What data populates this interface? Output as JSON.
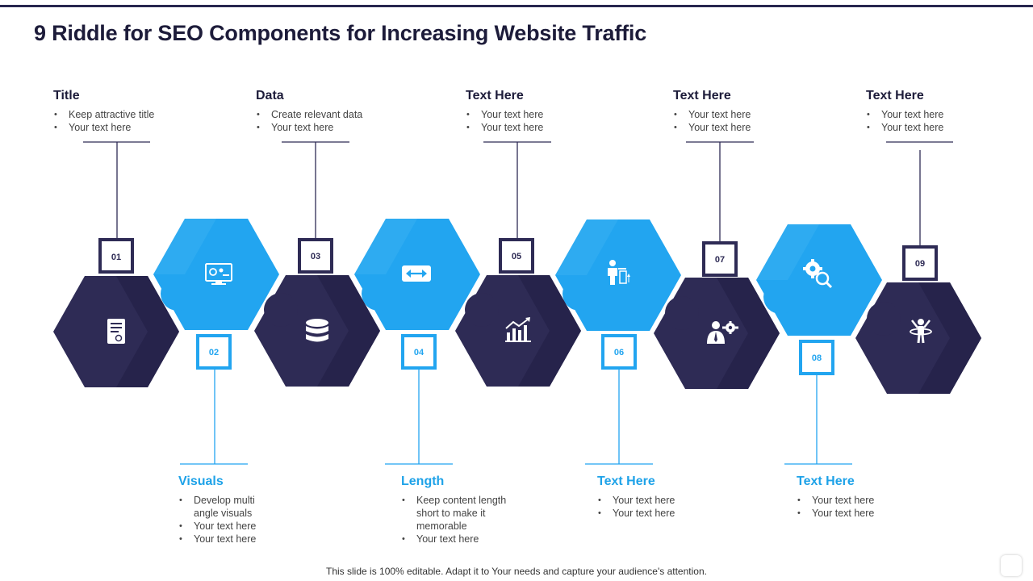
{
  "slide_title": "9 Riddle for SEO Components for Increasing Website Traffic",
  "steps": [
    {
      "num": "01",
      "icon": "certificate-icon",
      "heading": "Title",
      "bullets": [
        "Keep attractive title",
        "Your text here"
      ]
    },
    {
      "num": "02",
      "icon": "monitor-settings-icon",
      "heading": "Visuals",
      "bullets": [
        "Develop multi angle visuals",
        "Your text here",
        "Your text here"
      ]
    },
    {
      "num": "03",
      "icon": "database-icon",
      "heading": "Data",
      "bullets": [
        "Create relevant data",
        "Your text here"
      ]
    },
    {
      "num": "04",
      "icon": "double-arrow-icon",
      "heading": "Length",
      "bullets": [
        "Keep content length short to make it memorable",
        "Your text here"
      ]
    },
    {
      "num": "05",
      "icon": "growth-chart-icon",
      "heading": "Text Here",
      "bullets": [
        "Your text here",
        "Your text here"
      ]
    },
    {
      "num": "06",
      "icon": "presenter-board-icon",
      "heading": "Text Here",
      "bullets": [
        "Your text here",
        "Your text here"
      ]
    },
    {
      "num": "07",
      "icon": "businessman-gear-icon",
      "heading": "Text Here",
      "bullets": [
        "Your text here",
        "Your text here"
      ]
    },
    {
      "num": "08",
      "icon": "gear-magnifier-icon",
      "heading": "Text Here",
      "bullets": [
        "Your text here",
        "Your text here"
      ]
    },
    {
      "num": "09",
      "icon": "person-hoop-icon",
      "heading": "Text Here",
      "bullets": [
        "Your text here",
        "Your text here"
      ]
    }
  ],
  "colors": {
    "dark": "#2e2b55",
    "blue": "#22a5f0",
    "text": "#1d1c3a"
  },
  "footer": "This slide is 100% editable. Adapt it to Your needs and capture your audience's attention."
}
